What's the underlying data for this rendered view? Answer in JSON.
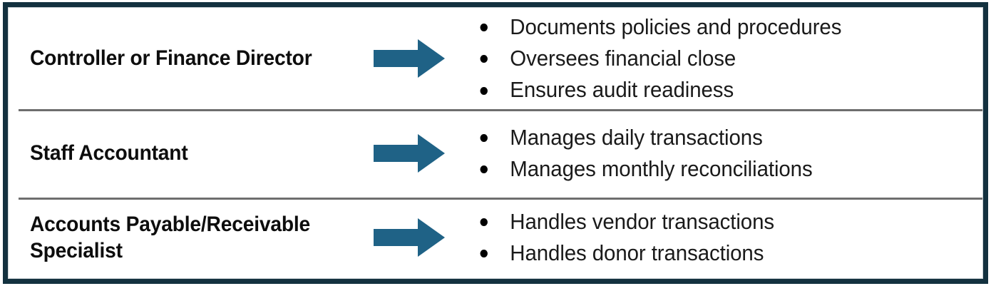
{
  "theme": {
    "frame_color": "#13313F",
    "inner_rule_color": "#c9d0d4",
    "divider_color": "#6e6e6e",
    "arrow_color": "#1F6286",
    "text_color": "#0d0d0d",
    "background": "#ffffff"
  },
  "diagram": {
    "type": "role-responsibility-table",
    "arrow_icon_name": "right-block-arrow-icon",
    "rows": [
      {
        "role": "Controller or Finance Director",
        "responsibilities": [
          "Documents policies and procedures",
          "Oversees financial close",
          "Ensures audit readiness"
        ]
      },
      {
        "role": "Staff Accountant",
        "responsibilities": [
          "Manages daily transactions",
          "Manages monthly reconciliations"
        ]
      },
      {
        "role": "Accounts Payable/Receivable\nSpecialist",
        "responsibilities": [
          "Handles vendor transactions",
          "Handles donor transactions"
        ]
      }
    ]
  }
}
